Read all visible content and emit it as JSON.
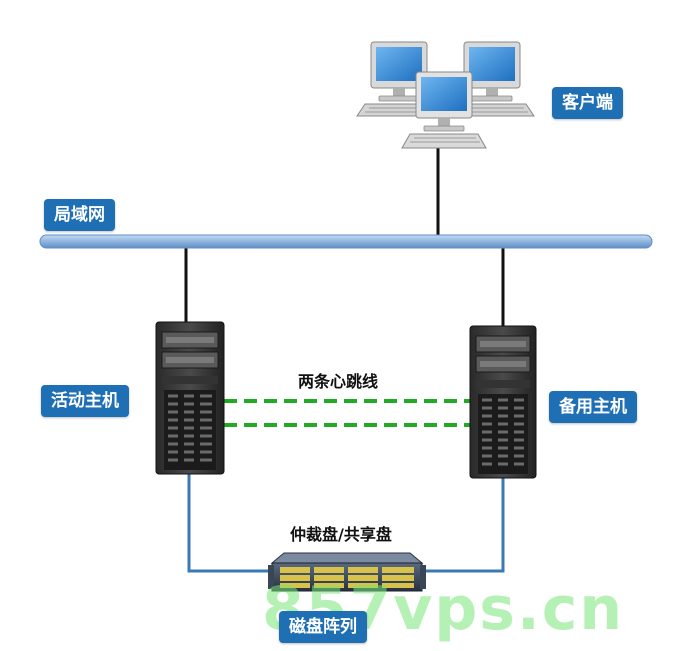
{
  "labels": {
    "clients": "客户端",
    "lan": "局域网",
    "active_host": "活动主机",
    "standby_host": "备用主机",
    "heartbeat": "两条心跳线",
    "quorum": "仲裁盘/共享盘",
    "disk_array": "磁盘阵列"
  },
  "watermark": "857vps.cn",
  "colors": {
    "label_bg": "#1f6fb5",
    "lan_bus": "#8fb4dd",
    "heartbeat": "#22aa22",
    "storage_link": "#3a78b8",
    "network_link": "#111111"
  },
  "icons": {
    "clients": "desktop-computer-icon",
    "active_host": "tower-server-icon",
    "standby_host": "tower-server-icon",
    "disk_array": "rack-storage-icon"
  }
}
